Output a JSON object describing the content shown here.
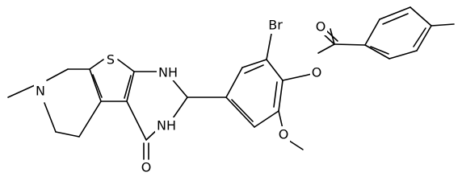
{
  "atoms": {
    "s": "S",
    "n_ring": "N",
    "nh_top": "NH",
    "nh_bottom": "NH",
    "o_carbonyl_core": "O",
    "br": "Br",
    "o_ester": "O",
    "o_ester_carbonyl": "O",
    "o_methoxy": "O"
  },
  "colors": {
    "line": "#000000",
    "text": "#000000",
    "background": "#ffffff"
  }
}
